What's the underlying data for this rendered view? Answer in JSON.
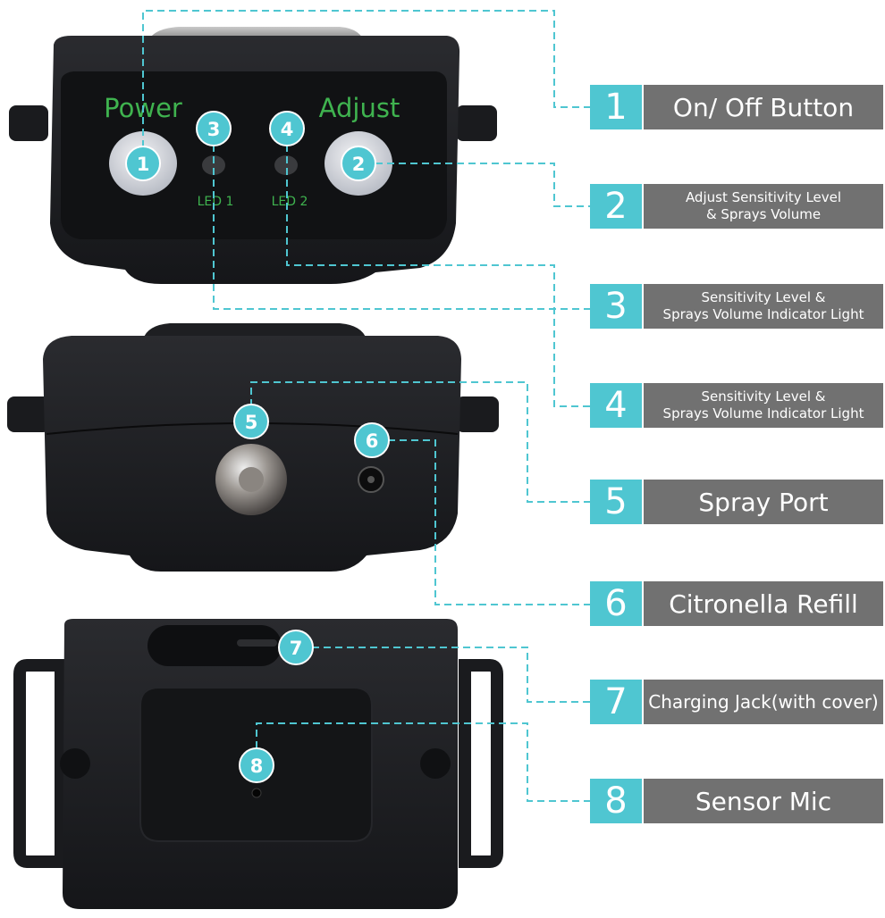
{
  "device_text": {
    "power": "Power",
    "adjust": "Adjust",
    "led1": "LED 1",
    "led2": "LED 2"
  },
  "markers": [
    "1",
    "2",
    "3",
    "4",
    "5",
    "6",
    "7",
    "8"
  ],
  "labels": [
    {
      "number": "1",
      "text": "On/ Off Button"
    },
    {
      "number": "2",
      "text": "Adjust Sensitivity Level\n& Sprays Volume"
    },
    {
      "number": "3",
      "text": "Sensitivity Level &\nSprays Volume Indicator Light"
    },
    {
      "number": "4",
      "text": "Sensitivity Level &\nSprays Volume Indicator Light"
    },
    {
      "number": "5",
      "text": "Spray Port"
    },
    {
      "number": "6",
      "text": "Citronella Refill"
    },
    {
      "number": "7",
      "text": "Charging Jack(with cover)"
    },
    {
      "number": "8",
      "text": "Sensor Mic"
    }
  ],
  "colors": {
    "accent": "#4fc6d1",
    "label_bg": "#717171",
    "device_body": "#1c1d20",
    "device_text_green": "#3fb34f"
  }
}
